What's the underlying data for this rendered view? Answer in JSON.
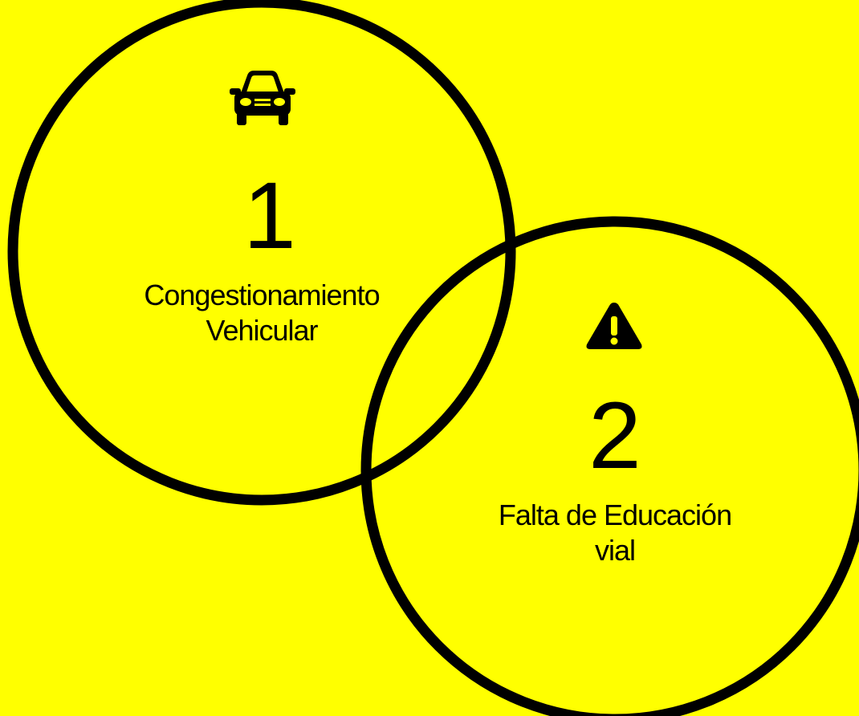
{
  "background_color": "#FFFF00",
  "stroke_color": "#000000",
  "items": [
    {
      "icon": "car-icon",
      "number": "1",
      "label_lines": [
        "Congestionamiento",
        "Vehicular"
      ]
    },
    {
      "icon": "warning-icon",
      "number": "2",
      "label_lines": [
        "Falta de Educación",
        "vial"
      ]
    }
  ]
}
